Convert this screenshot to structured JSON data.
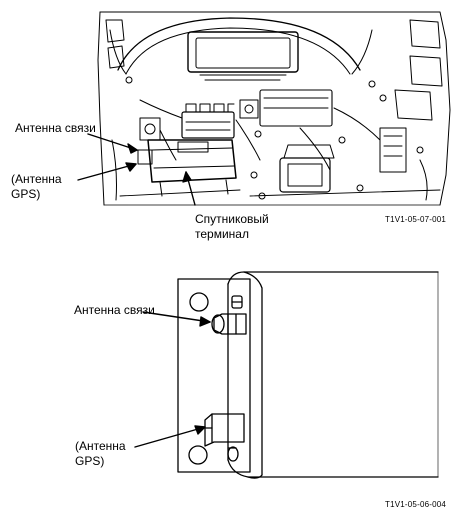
{
  "figure_top": {
    "labels": {
      "comm_antenna": "Антенна связи",
      "gps_antenna": "(Антенна\nGPS)",
      "satellite_terminal": "Спутниковый\nтерминал"
    },
    "code": "T1V1-05-07-001"
  },
  "figure_bottom": {
    "labels": {
      "comm_antenna": "Антенна связи",
      "gps_antenna": "(Антенна\nGPS)"
    },
    "code": "T1V1-05-06-004"
  }
}
